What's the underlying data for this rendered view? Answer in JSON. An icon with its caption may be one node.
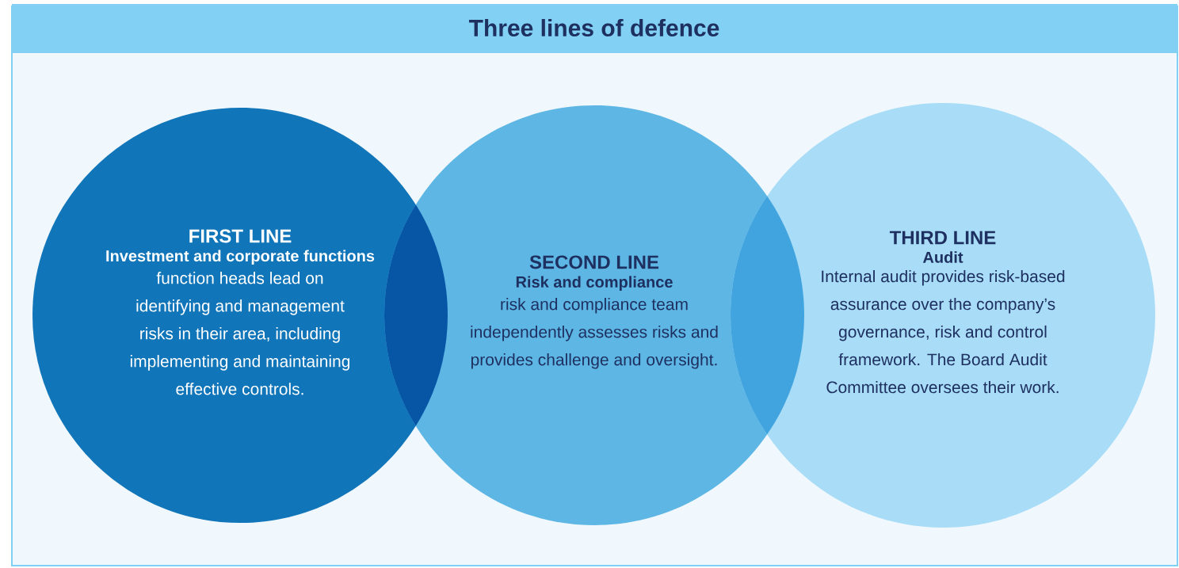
{
  "diagram": {
    "title": "Three lines of defence",
    "nodes": [
      {
        "text": [
          "FIRST LINE",
          "Investment and corporate functions",
          "function heads lead on identifying and management risks in their area, including implementing and maintaining effective controls."
        ]
      },
      {
        "text": [
          "SECOND LINE",
          "Risk and compliance",
          "risk and compliance team independently assesses risks and provides challenge and oversight."
        ]
      },
      {
        "text": [
          "THIRD LINE",
          "Audit",
          "Internal audit provides risk-based assurance over the company’s governance, risk and control framework. The Board Audit Committee oversees their work."
        ]
      }
    ],
    "edges": []
  }
}
